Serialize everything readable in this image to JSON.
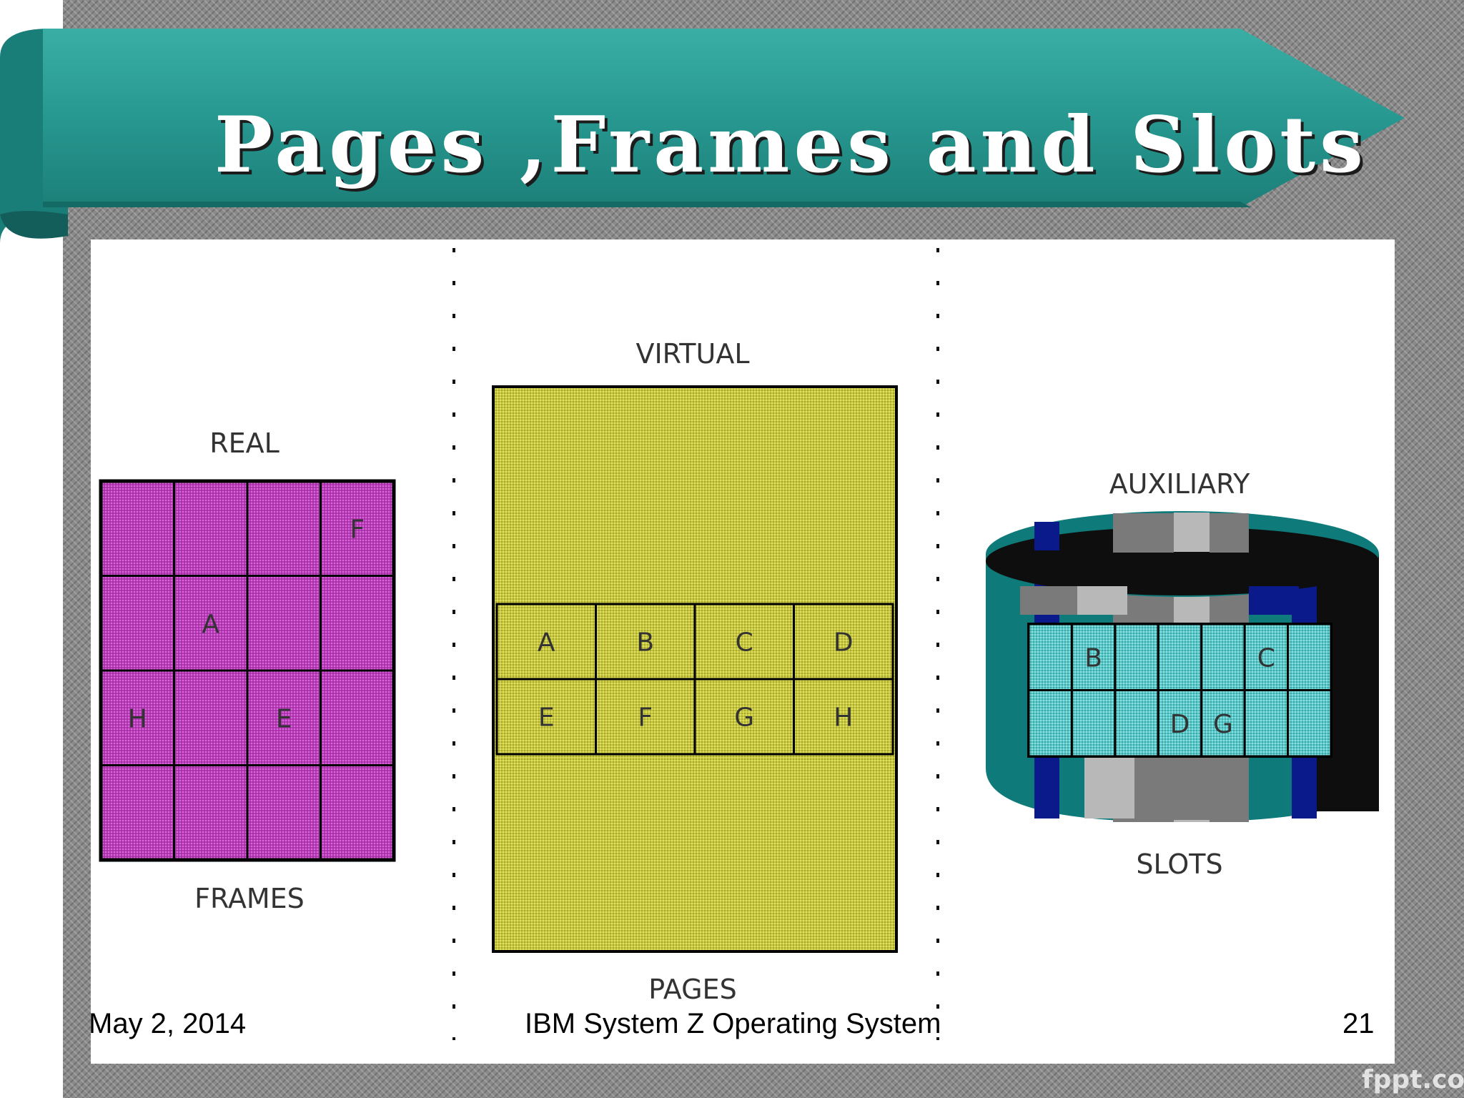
{
  "slide": {
    "title": "Pages ,Frames and Slots",
    "footer_date": "May 2, 2014",
    "footer_center": "IBM System Z Operating System",
    "page_number": "21",
    "watermark": "fppt.com"
  },
  "diagram": {
    "real": {
      "title": "REAL",
      "caption": "FRAMES",
      "cells": [
        [
          "",
          "",
          "",
          "F"
        ],
        [
          "",
          "A",
          "",
          ""
        ],
        [
          "H",
          "",
          "E",
          ""
        ],
        [
          "",
          "",
          "",
          ""
        ]
      ]
    },
    "virtual": {
      "title": "VIRTUAL",
      "caption": "PAGES",
      "cells": [
        [
          "A",
          "B",
          "C",
          "D"
        ],
        [
          "E",
          "F",
          "G",
          "H"
        ]
      ]
    },
    "auxiliary": {
      "title": "AUXILIARY",
      "caption": "SLOTS",
      "cells": [
        [
          "",
          "B",
          "",
          "",
          "",
          "C",
          ""
        ],
        [
          "",
          "",
          "",
          "D",
          "G",
          "",
          ""
        ]
      ]
    }
  },
  "colors": {
    "real_fill": "#b93bb9",
    "virtual_fill": "#c8c840",
    "slot_fill": "#5ec8c8",
    "drum_teal": "#0e7a7a",
    "ribbon_teal": "#2a9a92"
  }
}
